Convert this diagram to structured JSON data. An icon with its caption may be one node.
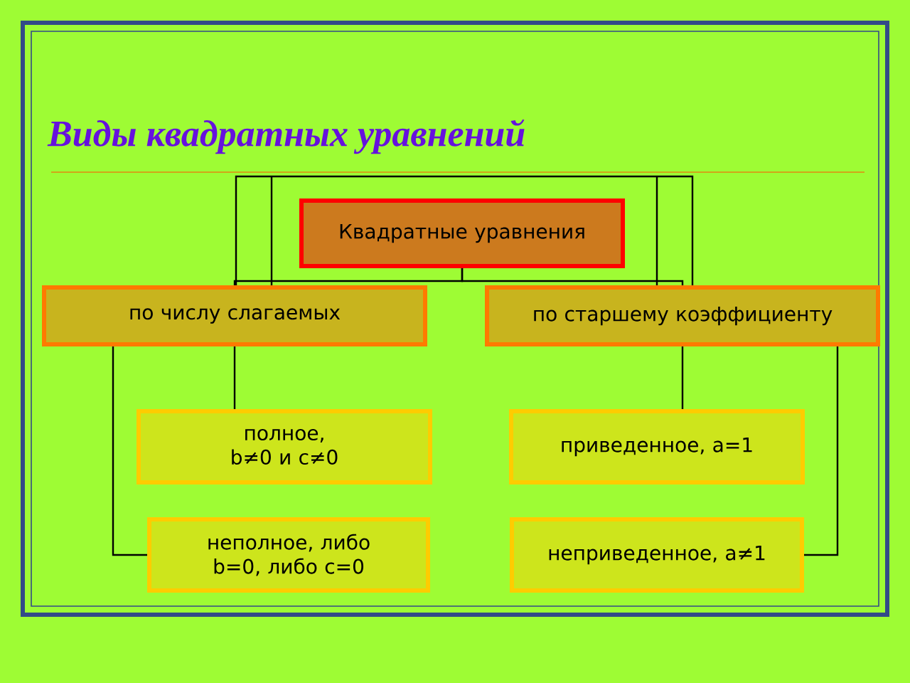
{
  "diagram": {
    "title": "Виды квадратных уравнений",
    "nodes": [
      {
        "text": [
          "Квадратные уравнения"
        ]
      },
      {
        "text": [
          "по числу слагаемых"
        ]
      },
      {
        "text": [
          "по старшему коэффициенту"
        ]
      },
      {
        "text": [
          "полное, b≠0 и c≠0"
        ]
      },
      {
        "text": [
          "неполное, либо b=0, либо c=0"
        ]
      },
      {
        "text": [
          "приведенное, a=1"
        ]
      },
      {
        "text": [
          "неприведенное, a≠1"
        ]
      }
    ],
    "edges": [
      {
        "from": 0,
        "to": 1,
        "arrow": "none"
      },
      {
        "from": 0,
        "to": 2,
        "arrow": "none"
      },
      {
        "from": 1,
        "to": 3,
        "arrow": "none"
      },
      {
        "from": 1,
        "to": 4,
        "arrow": "none"
      },
      {
        "from": 2,
        "to": 5,
        "arrow": "none"
      },
      {
        "from": 2,
        "to": 6,
        "arrow": "none"
      }
    ]
  }
}
